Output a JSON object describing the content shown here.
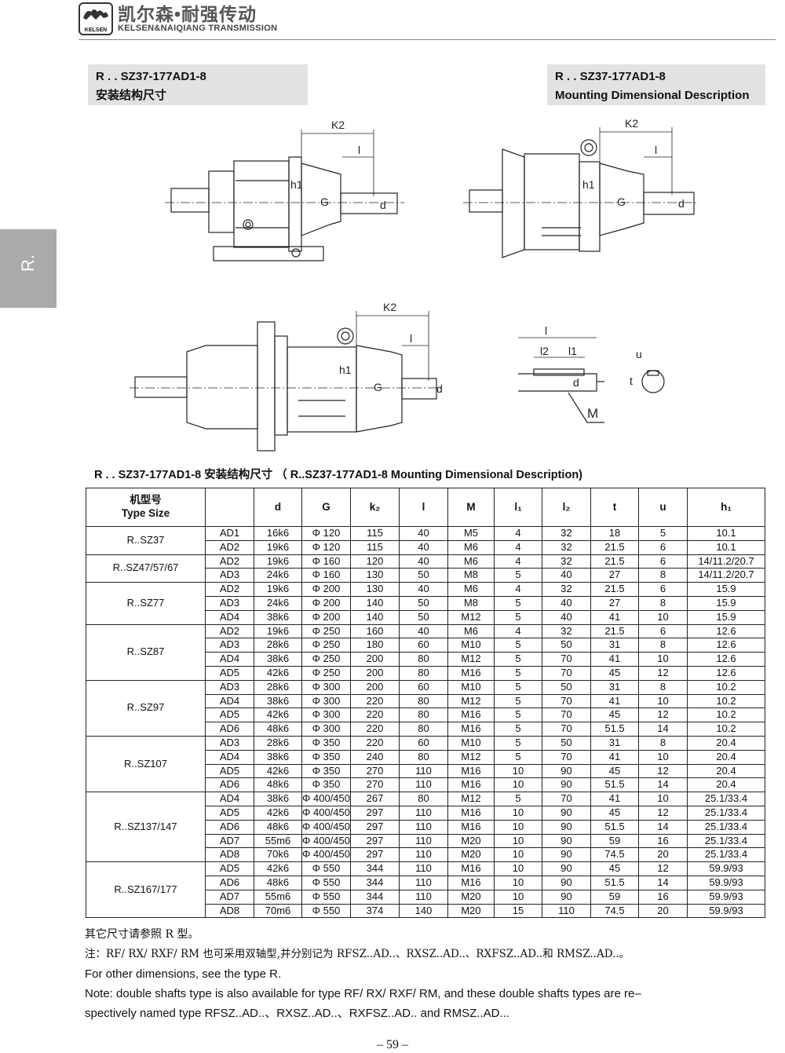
{
  "header": {
    "logo_text": "KELSEN",
    "brand_cn": "凯尔森•耐强传动",
    "brand_en": "KELSEN&NAIQIANG TRANSMISSION"
  },
  "side_tab": "R.",
  "title_left": {
    "line1": "R . . SZ37-177AD1-8",
    "line2": "安装结构尺寸"
  },
  "title_right": {
    "line1": "R . . SZ37-177AD1-8",
    "line2": "Mounting Dimensional Description"
  },
  "drawing_labels": {
    "k2": "K2",
    "l": "l",
    "h1": "h1",
    "g": "G",
    "d": "d",
    "l1": "l1",
    "l2": "l2",
    "m": "M",
    "u": "u",
    "t": "t"
  },
  "table_caption": "R . . SZ37-177AD1-8 安装结构尺寸  （ R..SZ37-177AD1-8 Mounting Dimensional Description)",
  "table": {
    "type_size_cn": "机型号",
    "type_size_en": "Type Size",
    "columns": [
      "",
      "d",
      "G",
      "k₂",
      "l",
      "M",
      "l₁",
      "l₂",
      "t",
      "u",
      "h₁"
    ],
    "groups": [
      {
        "type": "R..SZ37",
        "rows": [
          [
            "AD1",
            "16k6",
            "Φ 120",
            "115",
            "40",
            "M5",
            "4",
            "32",
            "18",
            "5",
            "10.1"
          ],
          [
            "AD2",
            "19k6",
            "Φ 120",
            "115",
            "40",
            "M6",
            "4",
            "32",
            "21.5",
            "6",
            "10.1"
          ]
        ]
      },
      {
        "type": "R..SZ47/57/67",
        "rows": [
          [
            "AD2",
            "19k6",
            "Φ 160",
            "120",
            "40",
            "M6",
            "4",
            "32",
            "21.5",
            "6",
            "14/11.2/20.7"
          ],
          [
            "AD3",
            "24k6",
            "Φ 160",
            "130",
            "50",
            "M8",
            "5",
            "40",
            "27",
            "8",
            "14/11.2/20.7"
          ]
        ]
      },
      {
        "type": "R..SZ77",
        "rows": [
          [
            "AD2",
            "19k6",
            "Φ 200",
            "130",
            "40",
            "M6",
            "4",
            "32",
            "21.5",
            "6",
            "15.9"
          ],
          [
            "AD3",
            "24k6",
            "Φ 200",
            "140",
            "50",
            "M8",
            "5",
            "40",
            "27",
            "8",
            "15.9"
          ],
          [
            "AD4",
            "38k6",
            "Φ 200",
            "140",
            "50",
            "M12",
            "5",
            "40",
            "41",
            "10",
            "15.9"
          ]
        ]
      },
      {
        "type": "R..SZ87",
        "rows": [
          [
            "AD2",
            "19k6",
            "Φ 250",
            "160",
            "40",
            "M6",
            "4",
            "32",
            "21.5",
            "6",
            "12.6"
          ],
          [
            "AD3",
            "28k6",
            "Φ 250",
            "180",
            "60",
            "M10",
            "5",
            "50",
            "31",
            "8",
            "12.6"
          ],
          [
            "AD4",
            "38k6",
            "Φ 250",
            "200",
            "80",
            "M12",
            "5",
            "70",
            "41",
            "10",
            "12.6"
          ],
          [
            "AD5",
            "42k6",
            "Φ 250",
            "200",
            "80",
            "M16",
            "5",
            "70",
            "45",
            "12",
            "12.6"
          ]
        ]
      },
      {
        "type": "R..SZ97",
        "rows": [
          [
            "AD3",
            "28k6",
            "Φ 300",
            "200",
            "60",
            "M10",
            "5",
            "50",
            "31",
            "8",
            "10.2"
          ],
          [
            "AD4",
            "38k6",
            "Φ 300",
            "220",
            "80",
            "M12",
            "5",
            "70",
            "41",
            "10",
            "10.2"
          ],
          [
            "AD5",
            "42k6",
            "Φ 300",
            "220",
            "80",
            "M16",
            "5",
            "70",
            "45",
            "12",
            "10.2"
          ],
          [
            "AD6",
            "48k6",
            "Φ 300",
            "220",
            "80",
            "M16",
            "5",
            "70",
            "51.5",
            "14",
            "10.2"
          ]
        ]
      },
      {
        "type": "R..SZ107",
        "rows": [
          [
            "AD3",
            "28k6",
            "Φ 350",
            "220",
            "60",
            "M10",
            "5",
            "50",
            "31",
            "8",
            "20.4"
          ],
          [
            "AD4",
            "38k6",
            "Φ 350",
            "240",
            "80",
            "M12",
            "5",
            "70",
            "41",
            "10",
            "20.4"
          ],
          [
            "AD5",
            "42k6",
            "Φ 350",
            "270",
            "110",
            "M16",
            "10",
            "90",
            "45",
            "12",
            "20.4"
          ],
          [
            "AD6",
            "48k6",
            "Φ 350",
            "270",
            "110",
            "M16",
            "10",
            "90",
            "51.5",
            "14",
            "20.4"
          ]
        ]
      },
      {
        "type": "R..SZ137/147",
        "rows": [
          [
            "AD4",
            "38k6",
            "Φ 400/450",
            "267",
            "80",
            "M12",
            "5",
            "70",
            "41",
            "10",
            "25.1/33.4"
          ],
          [
            "AD5",
            "42k6",
            "Φ 400/450",
            "297",
            "110",
            "M16",
            "10",
            "90",
            "45",
            "12",
            "25.1/33.4"
          ],
          [
            "AD6",
            "48k6",
            "Φ 400/450",
            "297",
            "110",
            "M16",
            "10",
            "90",
            "51.5",
            "14",
            "25.1/33.4"
          ],
          [
            "AD7",
            "55m6",
            "Φ 400/450",
            "297",
            "110",
            "M20",
            "10",
            "90",
            "59",
            "16",
            "25.1/33.4"
          ],
          [
            "AD8",
            "70k6",
            "Φ 400/450",
            "297",
            "110",
            "M20",
            "10",
            "90",
            "74.5",
            "20",
            "25.1/33.4"
          ]
        ]
      },
      {
        "type": "R..SZ167/177",
        "rows": [
          [
            "AD5",
            "42k6",
            "Φ 550",
            "344",
            "110",
            "M16",
            "10",
            "90",
            "45",
            "12",
            "59.9/93"
          ],
          [
            "AD6",
            "48k6",
            "Φ 550",
            "344",
            "110",
            "M16",
            "10",
            "90",
            "51.5",
            "14",
            "59.9/93"
          ],
          [
            "AD7",
            "55m6",
            "Φ 550",
            "344",
            "110",
            "M20",
            "10",
            "90",
            "59",
            "16",
            "59.9/93"
          ],
          [
            "AD8",
            "70m6",
            "Φ 550",
            "374",
            "140",
            "M20",
            "15",
            "110",
            "74.5",
            "20",
            "59.9/93"
          ]
        ]
      }
    ]
  },
  "notes": {
    "cn1": "其它尺寸请参照   R 型。",
    "cn2": "注：RF/  RX/  RXF/  RM 也可采用双轴型,并分别记为   RFSZ..AD..、RXSZ..AD..、RXFSZ..AD..和   RMSZ..AD..。",
    "en1": "For  other  dimensions,  see  the  type    R.",
    "en2": "Note:   double  shafts  type  is  also  available  for  type    RF/  RX/  RXF/  RM,   and  these  double  shafts  types  are  re–",
    "en3": "spectively  named  type    RFSZ..AD..、RXSZ..AD..、RXFSZ..AD..  and    RMSZ..AD..."
  },
  "page_number": "– 59 –"
}
